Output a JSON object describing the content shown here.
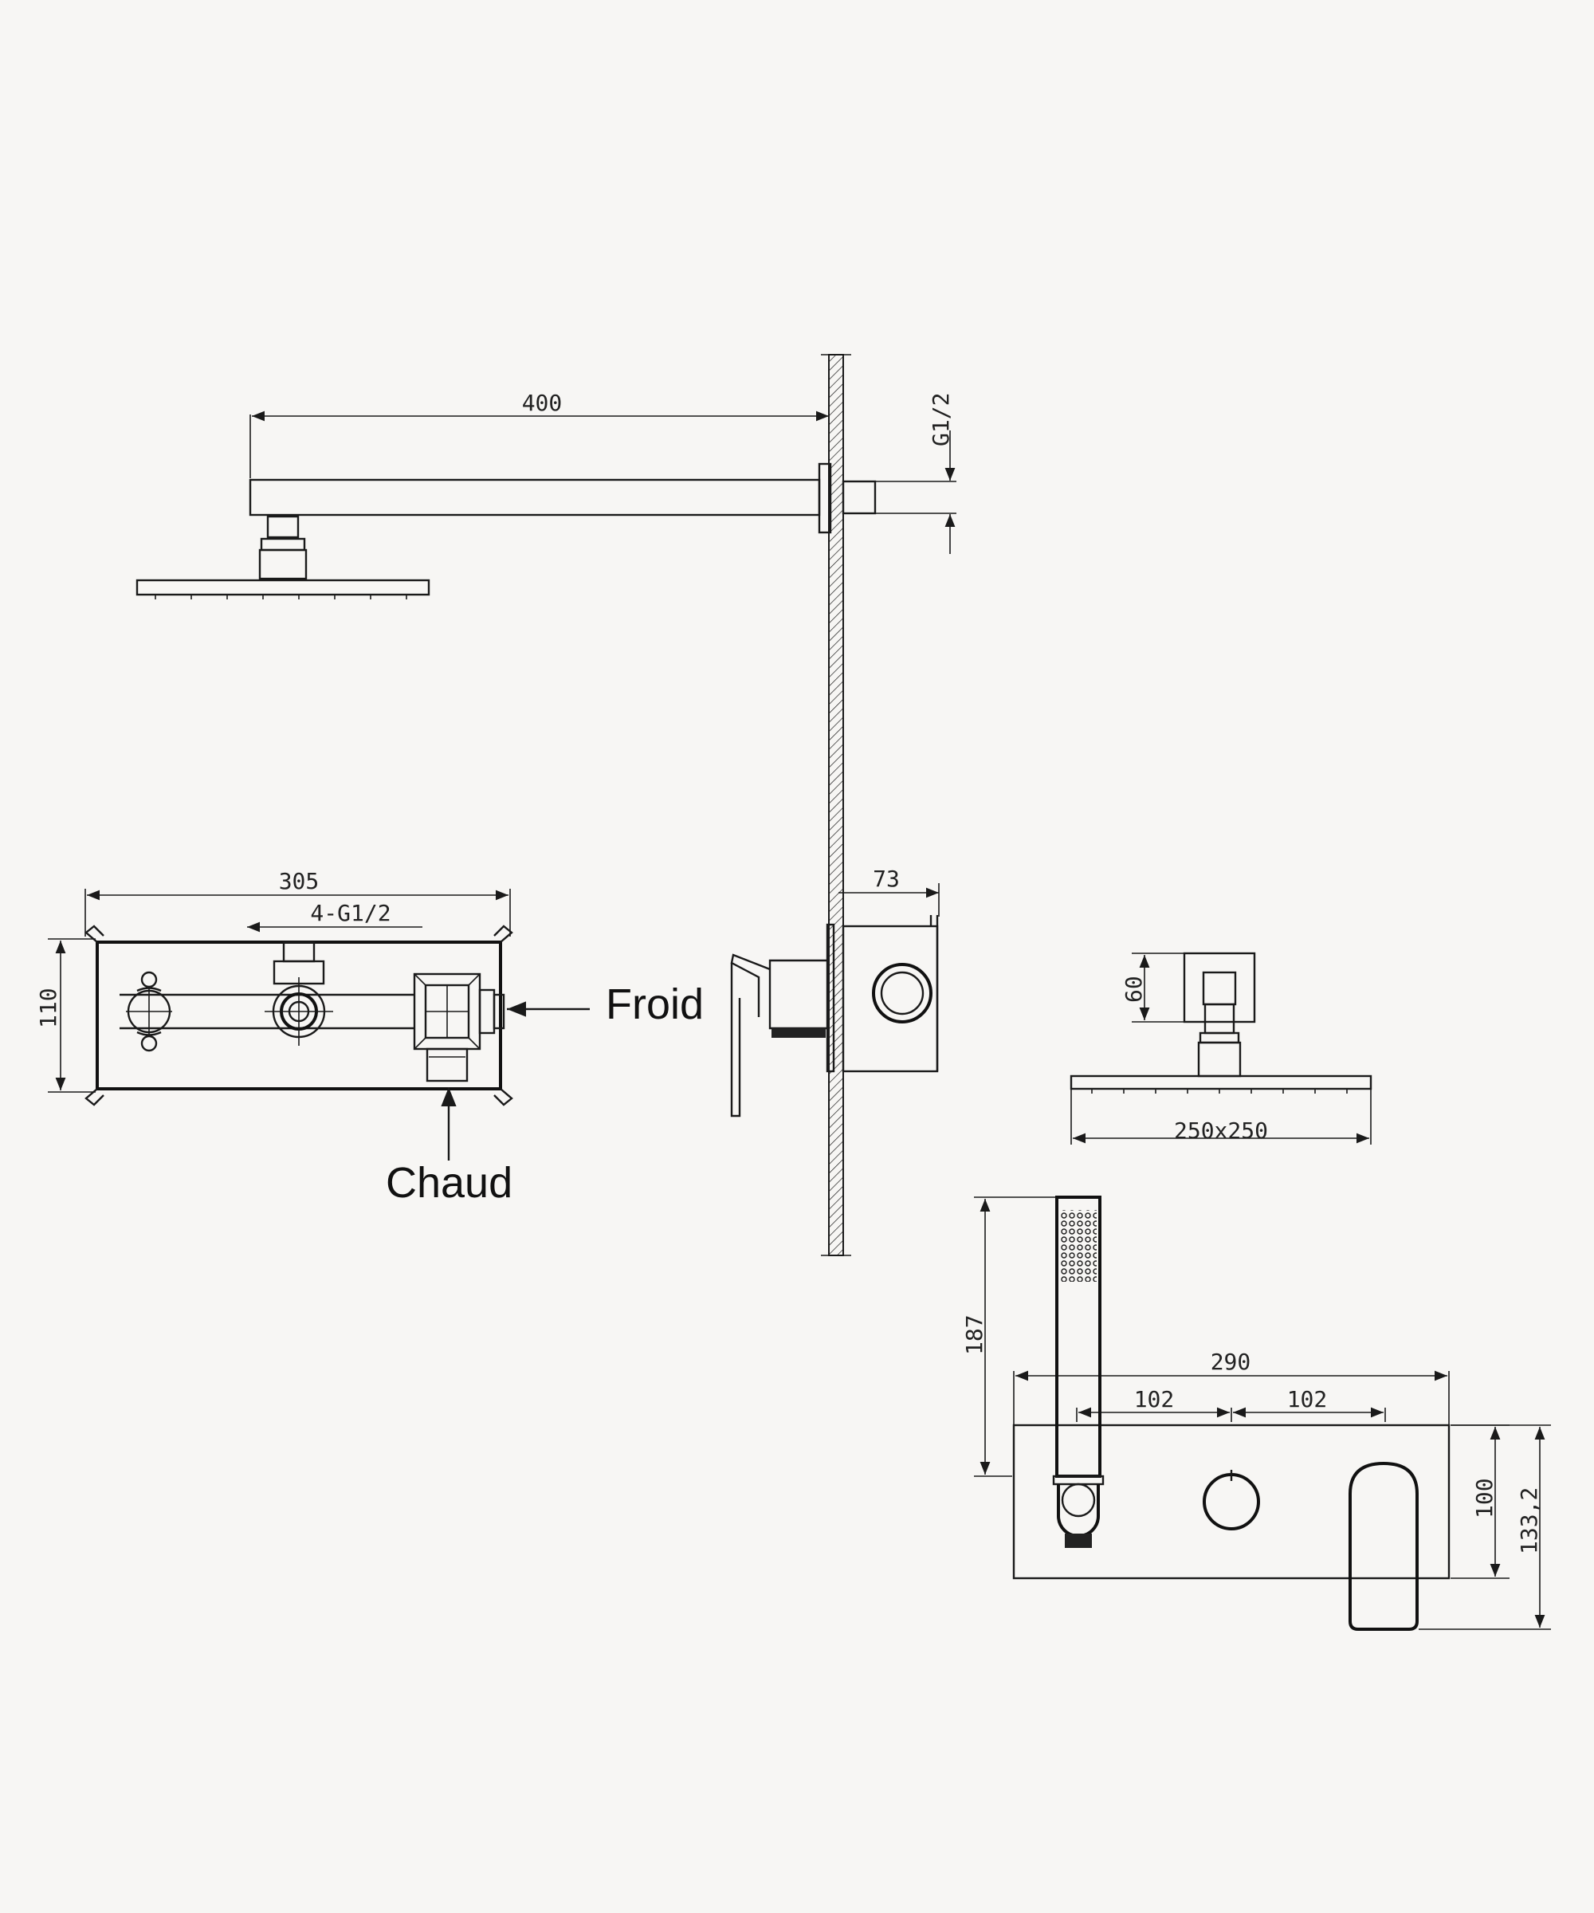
{
  "dimensions": {
    "arm_length": "400",
    "thread_wall": "G1/2",
    "box_width": "305",
    "box_thread": "4-G1/2",
    "box_height": "110",
    "valve_depth": "73",
    "head_connector": "60",
    "head_size": "250x250",
    "handshower_height": "187",
    "plate_width": "290",
    "spacing_left": "102",
    "spacing_right": "102",
    "plate_height": "100",
    "spout_height": "133,2"
  },
  "labels": {
    "cold": "Froid",
    "hot": "Chaud"
  },
  "colors": {
    "line": "#1a1a1a",
    "background": "#f7f6f4"
  }
}
